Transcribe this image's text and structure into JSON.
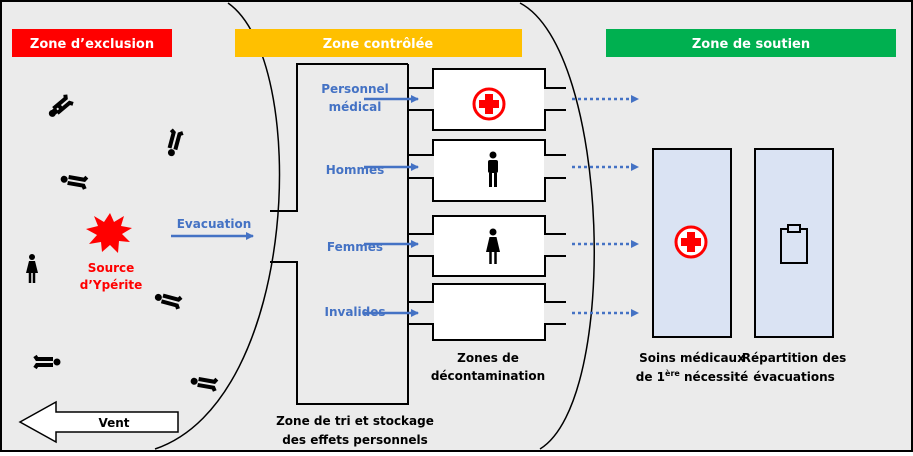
{
  "zones": {
    "exclusion": {
      "label": "Zone d’exclusion",
      "color": "#ff0000"
    },
    "controlled": {
      "label": "Zone contrôlée",
      "color": "#ffc000"
    },
    "support": {
      "label": "Zone de soutien",
      "color": "#00b050"
    }
  },
  "source": {
    "line1": "Source",
    "line2": "d’Ypérite",
    "color": "#ff0000"
  },
  "evacuation_label": "Evacuation",
  "wind_label": "Vent",
  "groups": [
    {
      "label_lines": [
        "Personnel",
        "médical"
      ],
      "icon": "red-cross-icon"
    },
    {
      "label_lines": [
        "Hommes"
      ],
      "icon": "man-icon"
    },
    {
      "label_lines": [
        "Femmes"
      ],
      "icon": "woman-icon"
    },
    {
      "label_lines": [
        "Invalides"
      ],
      "icon": ""
    }
  ],
  "decon_label": {
    "line1": "Zones de",
    "line2": "décontamination"
  },
  "storage_label": {
    "line1": "Zone de tri et stockage",
    "line2": "des effets personnels"
  },
  "care_label": {
    "line1": "Soins médicaux",
    "line2_pre": "de 1",
    "line2_sup": "ère",
    "line2_post": " nécessité"
  },
  "evac_dist_label": {
    "line1": "Répartition des",
    "line2": "évacuations"
  },
  "colors": {
    "background": "#ebebeb",
    "blue_text": "#4472c4",
    "arrow": "#4472c4",
    "box_fill": "#dae3f3"
  }
}
